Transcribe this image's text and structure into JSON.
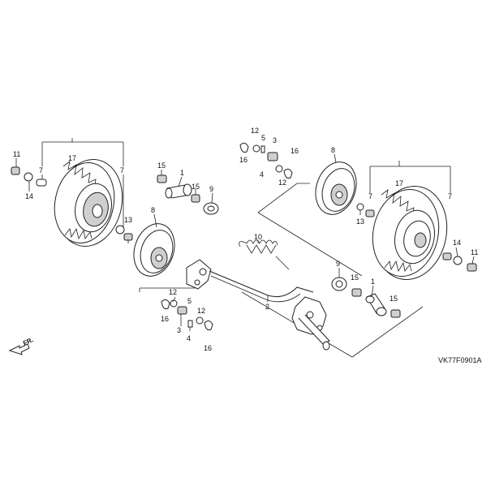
{
  "diagram_code": "VK77F0901A",
  "direction_label": "FR.",
  "callouts": {
    "left_wheel": {
      "l11": "11",
      "l17": "17",
      "l7a": "7",
      "l7b": "7",
      "l14": "14",
      "l13": "13"
    },
    "left_pulley": {
      "l8": "8",
      "l12": "12",
      "l5": "5",
      "l16a": "16",
      "l3": "3",
      "l4": "4",
      "l12b": "12",
      "l16b": "16"
    },
    "center": {
      "l15a": "15",
      "l1a": "1",
      "l15b": "15",
      "l9a": "9",
      "l10": "10",
      "l2": "2"
    },
    "right_upper": {
      "l12": "12",
      "l5": "5",
      "l3": "3",
      "l16a": "16",
      "l4": "4",
      "l16b": "16",
      "l12b": "12",
      "l8": "8"
    },
    "right_wheel": {
      "l17": "17",
      "l7a": "7",
      "l7b": "7",
      "l13": "13",
      "l14": "14",
      "l11": "11"
    },
    "right_lower": {
      "l9": "9",
      "l15a": "15",
      "l1": "1",
      "l15b": "15"
    }
  }
}
